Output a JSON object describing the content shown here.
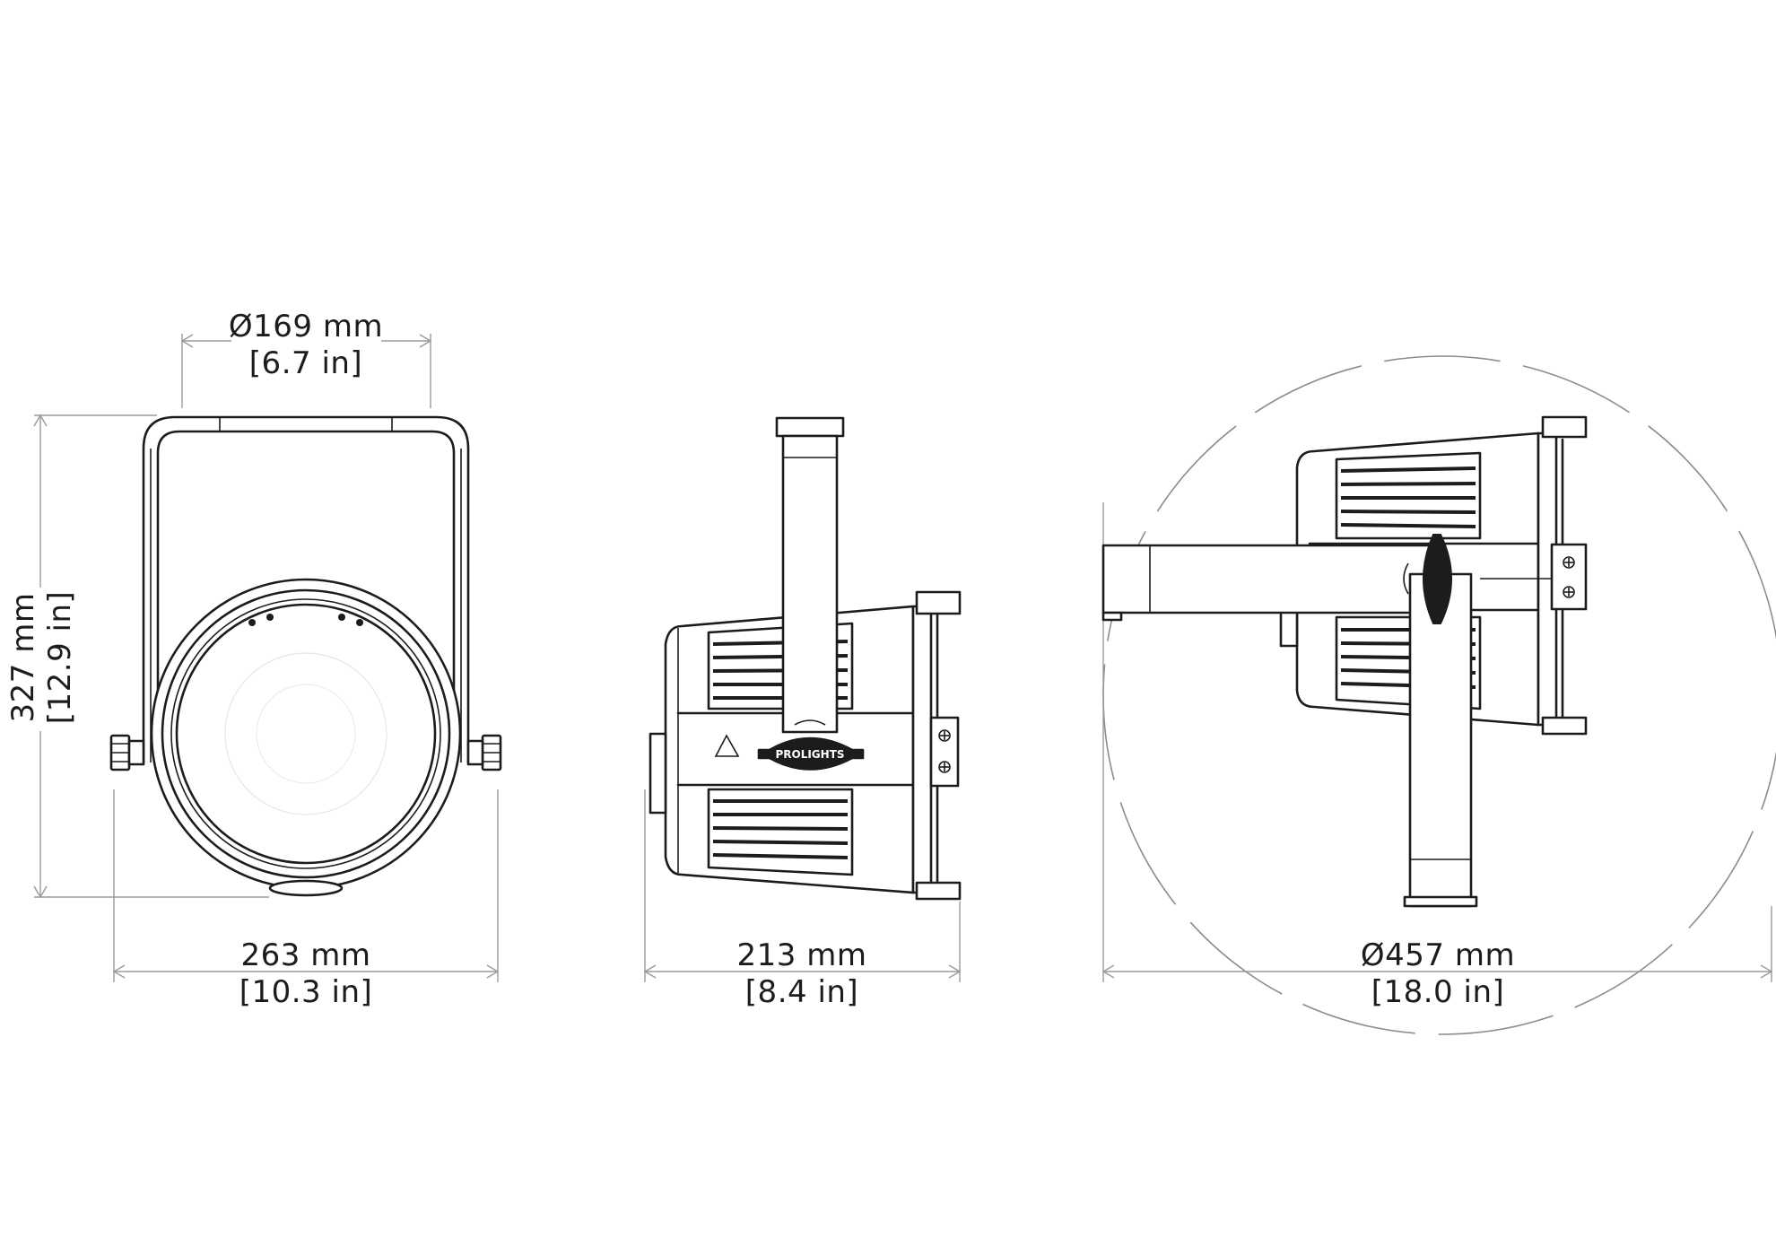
{
  "dimensions": {
    "front_diameter": {
      "metric": "Ø169 mm",
      "imperial": "[6.7 in]"
    },
    "front_height": {
      "metric": "327 mm",
      "imperial": "[12.9 in]"
    },
    "front_width": {
      "metric": "263 mm",
      "imperial": "[10.3 in]"
    },
    "side_depth": {
      "metric": "213 mm",
      "imperial": "[8.4 in]"
    },
    "swing_diameter": {
      "metric": "Ø457 mm",
      "imperial": "[18.0 in]"
    }
  },
  "brand": {
    "logo_text": "PROLIGHTS"
  },
  "colors": {
    "line": "#1c1c1c",
    "dimension": "#9a9a9a",
    "background": "#ffffff"
  }
}
